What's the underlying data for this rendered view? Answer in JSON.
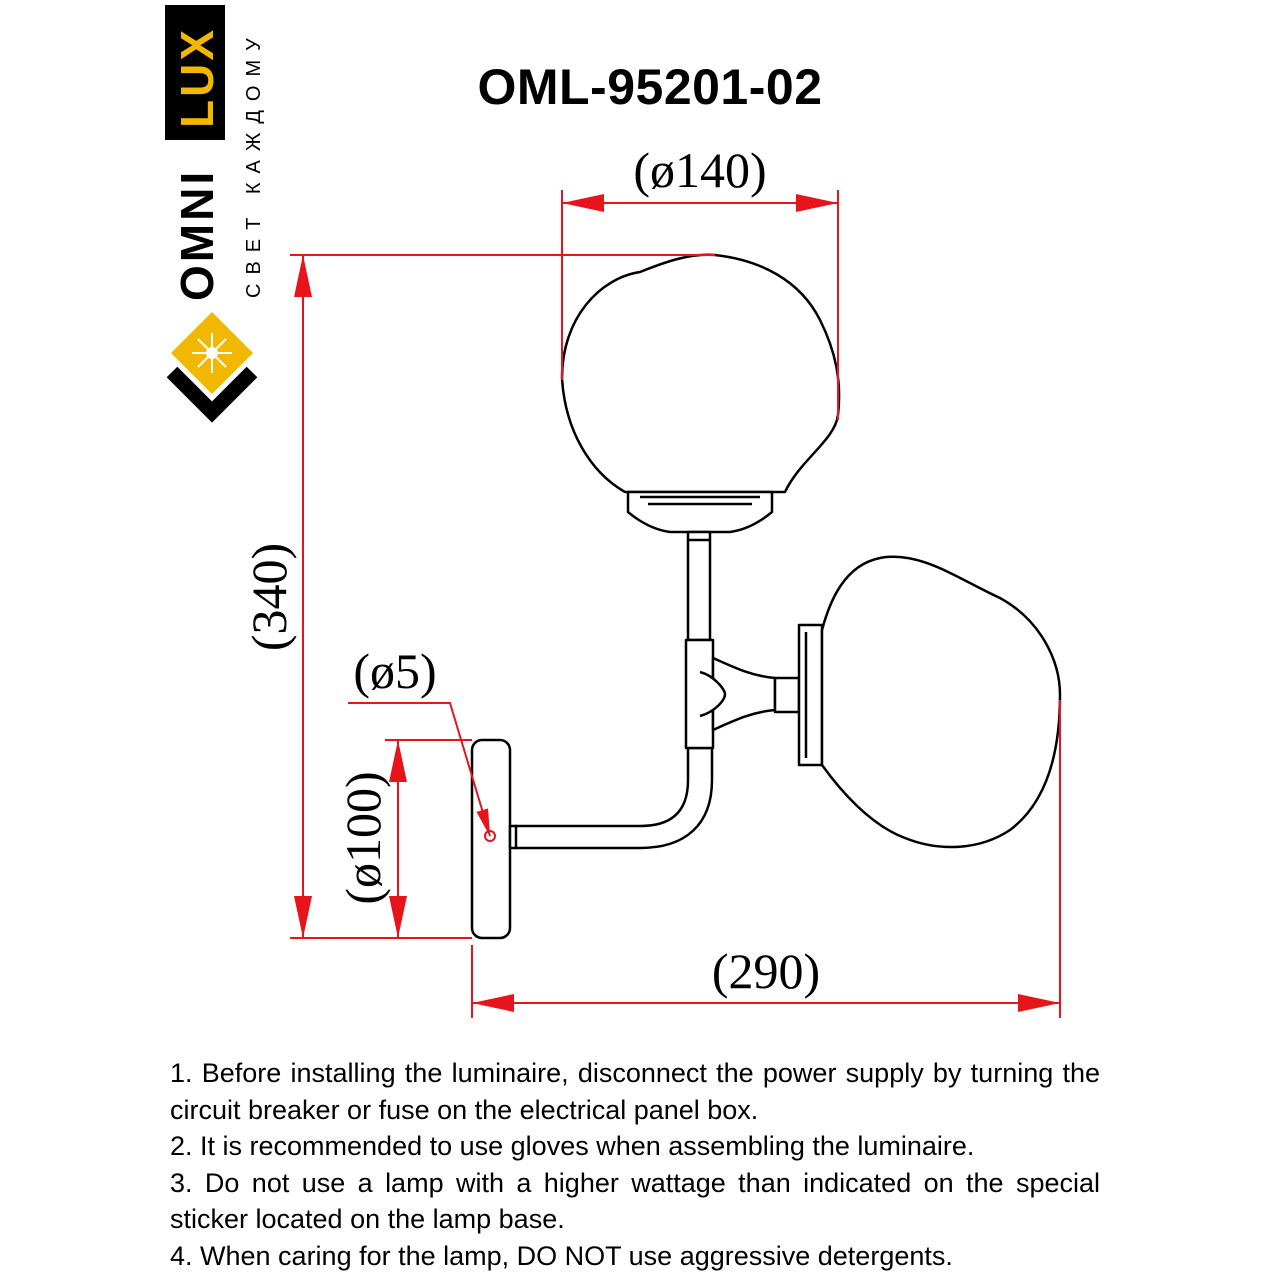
{
  "brand": {
    "name_part1": "OMNI",
    "name_part2": "LUX",
    "tagline": "СВЕТ КАЖДОМУ",
    "accent_color": "#f2b800",
    "dark_color": "#000000"
  },
  "model_code": "OML-95201-02",
  "dimensions": {
    "shade_diameter": "(ø140)",
    "height": "(340)",
    "screw_diameter": "(ø5)",
    "base_diameter": "(ø100)",
    "width": "(290)"
  },
  "dimension_line_color": "#e8141b",
  "notes": [
    "1. Before installing the luminaire, disconnect the power supply by turning the circuit breaker or fuse on the electrical panel box.",
    "2. It is recommended to use gloves when assembling the luminaire.",
    "3. Do not use a lamp with a higher wattage than indicated on the special sticker located on the lamp base.",
    "4. When caring for the lamp, DO NOT use aggressive detergents."
  ]
}
